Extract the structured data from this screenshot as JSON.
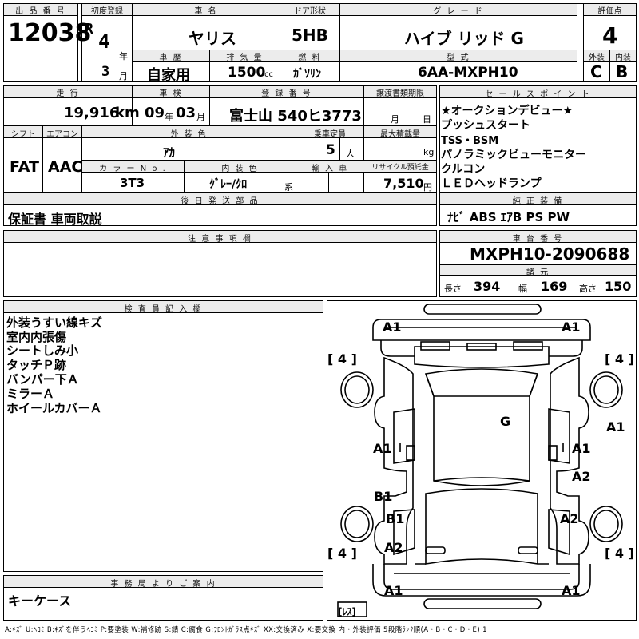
{
  "headers": {
    "lot_no": "出 品 番 号",
    "first_reg": "初度登録",
    "car_name": "車 名",
    "door": "ドア形状",
    "grade": "グ レ ー ド",
    "score": "評価点",
    "history": "車 歴",
    "displacement": "排 気 量",
    "fuel": "燃 料",
    "model": "型 式",
    "exterior": "外装",
    "interior": "内装",
    "mileage": "走 行",
    "inspection": "車 検",
    "reg_no": "登 録 番 号",
    "transfer": "譲渡書類期限",
    "sales_point": "セ ー ル ス ポ イ ン ト",
    "shift": "シフト",
    "ac": "エアコン",
    "ext_color": "外 装 色",
    "capacity": "乗車定員",
    "max_load": "最大積載量",
    "color_no": "カ ラ ー N o .",
    "int_color": "内 装 色",
    "import": "輸 入 車",
    "recycle": "リサイクル預託金",
    "later_parts": "後 日 発 送 部 品",
    "std_equipment": "純 正 装 備",
    "caution": "注 意 事 項 欄",
    "chassis": "車 台 番 号",
    "specs": "諸 元",
    "inspector": "検 査 員 記 入 欄",
    "office": "事 務 局 よ り ご 案 内"
  },
  "lot_no": "12038",
  "era": "R",
  "year": "4",
  "year_unit": "年",
  "month": "3",
  "month_unit": "月",
  "car_name": "ヤリス",
  "door": "5HB",
  "grade": "ハイブ リッド G",
  "score": "4",
  "history": "自家用",
  "displacement": "1500",
  "displacement_unit": "cc",
  "fuel": "ｶﾞｿﾘﾝ",
  "model": "6AA-MXPH10",
  "exterior_grade": "C",
  "interior_grade": "B",
  "mileage": "19,916",
  "mileage_unit": "km",
  "inspection_year": "09",
  "inspection_year_unit": "年",
  "inspection_month": "03",
  "inspection_month_unit": "月",
  "reg_no": "富士山 540ヒ3773",
  "transfer_month_unit": "月",
  "transfer_day_unit": "日",
  "sales_points": [
    "★オークションデビュー★",
    "プッシュスタート",
    "TSS・BSM",
    "パノラミックビューモニター",
    "クルコン",
    "ＬＥＤヘッドランプ"
  ],
  "shift": "FAT",
  "ac": "AAC",
  "ext_color": "ｱｶ",
  "capacity": "5",
  "capacity_unit": "人",
  "max_load_unit": "kg",
  "color_no": "3T3",
  "int_color": "ｸﾞﾚｰ/ｸﾛ",
  "int_color_unit": "系",
  "recycle": "7,510",
  "recycle_unit": "円",
  "later_parts": "保証書 車両取説",
  "std_equipment": "ﾅﾋﾞ ABS ｴｱB PS PW",
  "chassis": "MXPH10-2090688",
  "length_label": "長さ",
  "length": "394",
  "width_label": "幅",
  "width": "169",
  "height_label": "高さ",
  "height": "150",
  "inspector_notes": [
    "外装うすい線キズ",
    "室内内張傷",
    "シートしみ小",
    "タッチＰ跡",
    "バンパー下Ａ",
    "ミラーＡ",
    "ホイールカバーＡ"
  ],
  "office_notes": "キーケース",
  "diagram_labels": {
    "fl_top": "A1",
    "fr_top": "A1",
    "tire_fl": "4",
    "tire_fr": "4",
    "tire_rl": "4",
    "tire_rr": "4",
    "roof": "G",
    "right_side_outer": "A1",
    "left_door": "A1",
    "right_door": "A1",
    "right_rear_door": "A2",
    "left_rear_door": "B1",
    "left_quarter": "B1",
    "right_quarter": "A2",
    "left_rear_bumper": "A2",
    "rear_left": "A1",
    "rear_right": "A1",
    "rest": "ﾚｽ"
  },
  "legend": "A:ｷｽﾞ U:ﾍｺﾐ B:ｷｽﾞを伴うﾍｺﾐ P:要塗装 W:補修跡 S:錆 C:腐食 G:ﾌﾛﾝﾄｶﾞﾗｽ点ｷｽﾞ XX:交換済み X:要交換 内・外装評価 5段階ﾗﾝｸ順(A・B・C・D・E) 1"
}
